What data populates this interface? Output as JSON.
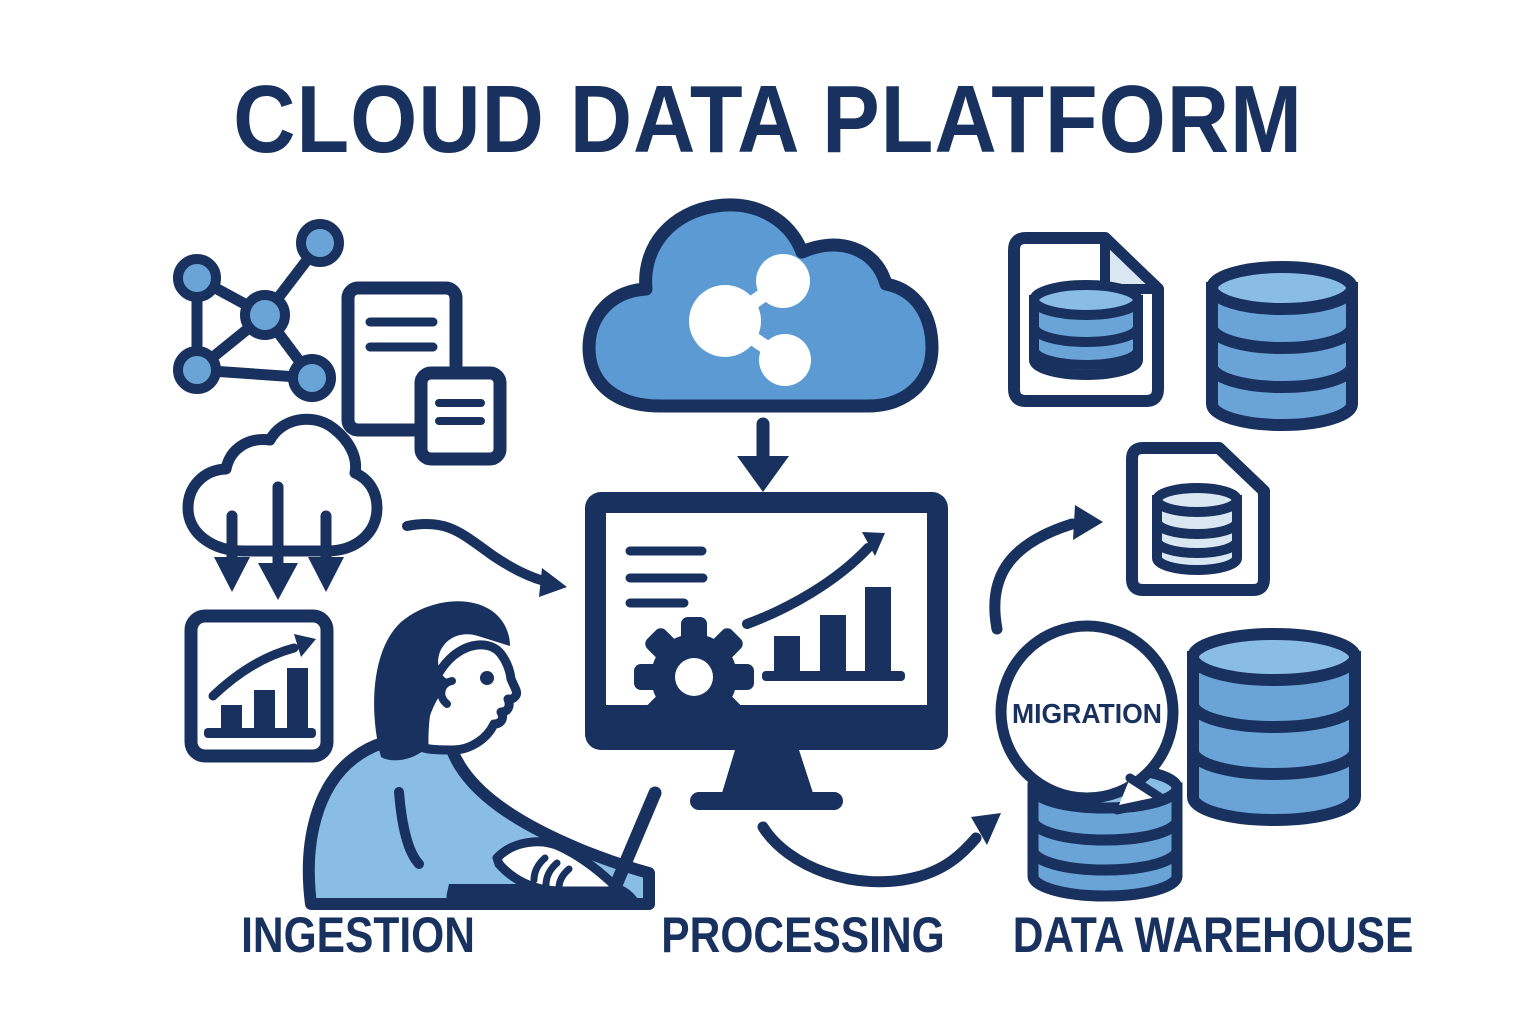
{
  "title": "CLOUD DATA PLATFORM",
  "stages": {
    "ingestion": "INGESTION",
    "processing": "PROCESSING",
    "data_warehouse": "DATA WAREHOUSE"
  },
  "annotations": {
    "migration": "MIGRATION"
  },
  "palette": {
    "navy": "#18315e",
    "cloud_blue": "#5b9ad3",
    "fill_blue": "#6aa3d6",
    "light_blue": "#8abde4",
    "pale_blue": "#d9e7f2",
    "background": "#ffffff"
  },
  "icons": [
    "network-graph-icon",
    "documents-icon",
    "cloud-share-icon",
    "down-arrow-icon",
    "file-database-icon",
    "database-stack-icon",
    "download-cloud-icon",
    "growth-chart-icon",
    "flow-arrow-left-icon",
    "monitor-dashboard-icon",
    "gear-icon",
    "bar-chart-icon",
    "person-at-laptop-illustration",
    "flow-arrow-bottom-icon",
    "flow-arrow-right-icon",
    "file-database-light-icon",
    "migration-speech-bubble",
    "migration-database-icon",
    "warehouse-database-icon"
  ]
}
